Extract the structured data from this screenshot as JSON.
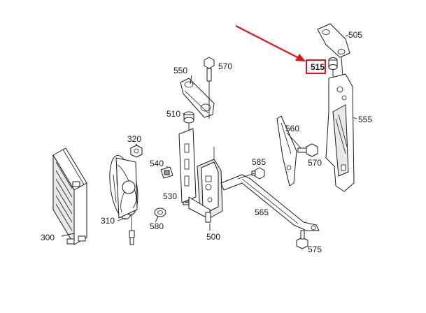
{
  "diagram": {
    "labels": {
      "p300": "300",
      "p310": "310",
      "p320": "320",
      "p500": "500",
      "p505": "505",
      "p510": "510",
      "p515": "515",
      "p530": "530",
      "p540": "540",
      "p550": "550",
      "p555": "555",
      "p560": "560",
      "p565": "565",
      "p570a": "570",
      "p570b": "570",
      "p575": "575",
      "p580": "580",
      "p585": "585"
    },
    "highlight": {
      "part": "515",
      "color": "#e0141e"
    }
  }
}
